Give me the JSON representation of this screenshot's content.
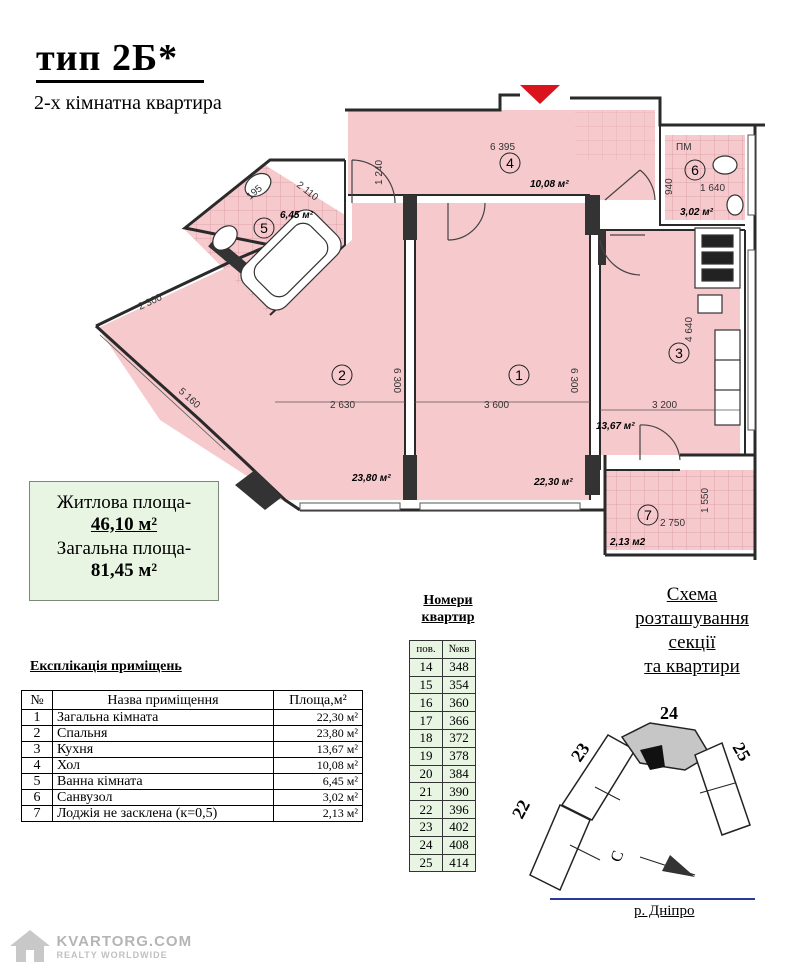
{
  "header": {
    "title": "тип 2Б*",
    "subtitle": "2-х кімнатна квартира"
  },
  "plan": {
    "rooms": [
      {
        "num": "1",
        "area": "22,30 м²"
      },
      {
        "num": "2",
        "area": "23,80 м²"
      },
      {
        "num": "3",
        "area": "13,67 м²"
      },
      {
        "num": "4",
        "area": "10,08 м²"
      },
      {
        "num": "5",
        "area": "6,45 м²"
      },
      {
        "num": "6",
        "area": "3,02 м²"
      },
      {
        "num": "7",
        "area": "2,13 м2"
      }
    ],
    "dims": [
      "6 395",
      "1 240",
      "2 110",
      "2 300",
      "5 160",
      "2 630",
      "6 300",
      "3 600",
      "6 300",
      "3 200",
      "4 640",
      "1 640",
      "940",
      "2 750",
      "1 550",
      "195"
    ],
    "pm_label": "ПМ"
  },
  "areas": {
    "living_label": "Житлова площа-",
    "living_value": "46,10 м²",
    "total_label": "Загальна площа-",
    "total_value": "81,45 м²"
  },
  "explication": {
    "title": "Експлікація приміщень",
    "headers": [
      "№",
      "Назва приміщення",
      "Площа,м²"
    ],
    "rows": [
      [
        "1",
        "Загальна кімната",
        "22,30 м²"
      ],
      [
        "2",
        "Спальня",
        "23,80 м²"
      ],
      [
        "3",
        "Кухня",
        "13,67 м²"
      ],
      [
        "4",
        "Хол",
        "10,08 м²"
      ],
      [
        "5",
        "Ванна кімната",
        "6,45 м²"
      ],
      [
        "6",
        "Санвузол",
        "3,02 м²"
      ],
      [
        "7",
        "Лоджія не засклена (к=0,5)",
        "2,13 м²"
      ]
    ]
  },
  "apartment_numbers": {
    "title_line1": "Номери",
    "title_line2": "квартир",
    "headers": [
      "пов.",
      "№кв"
    ],
    "rows": [
      [
        "14",
        "348"
      ],
      [
        "15",
        "354"
      ],
      [
        "16",
        "360"
      ],
      [
        "17",
        "366"
      ],
      [
        "18",
        "372"
      ],
      [
        "19",
        "378"
      ],
      [
        "20",
        "384"
      ],
      [
        "21",
        "390"
      ],
      [
        "22",
        "396"
      ],
      [
        "23",
        "402"
      ],
      [
        "24",
        "408"
      ],
      [
        "25",
        "414"
      ]
    ]
  },
  "scheme": {
    "title_line1": "Схема",
    "title_line2": "розташування",
    "title_line3": "секції",
    "title_line4": "та квартири",
    "sections": [
      "22",
      "23",
      "24",
      "25"
    ],
    "compass": "С",
    "river": "р. Дніпро"
  },
  "watermark": {
    "line1": "KVARTORG.COM",
    "line2": "REALTY WORLDWIDE"
  },
  "colors": {
    "room_fill": "#f6c9cd",
    "wall": "#2a2a2a",
    "green_box": "#e8f5e3",
    "entry_arrow": "#d9141e"
  }
}
